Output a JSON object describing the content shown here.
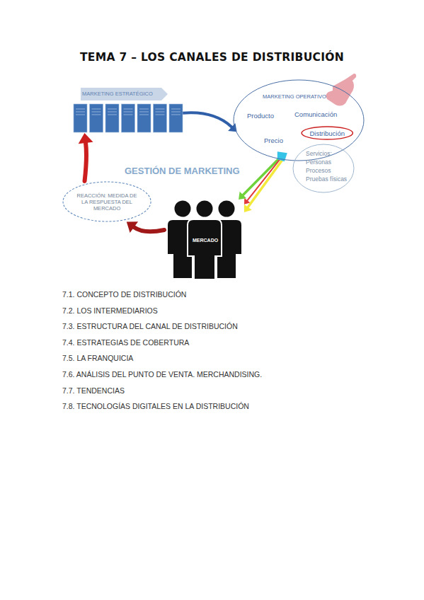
{
  "diagram": {
    "title": "TEMA 7 – LOS CANALES DE DISTRIBUCIÓN",
    "nodes": [
      {
        "text": [
          "MARKETING OPERATIVO",
          "Producto",
          "Comunicación",
          "Precio"
        ]
      },
      {
        "text": [
          "Distribución"
        ],
        "in": 0
      },
      {
        "text": [
          "Servicios:",
          "Personas",
          "Procesos",
          "Pruebas físicas"
        ]
      },
      {
        "text": [
          "REACCIÓN: MEDIDA DE LA RESPUESTA DEL MERCADO"
        ]
      },
      {
        "text": [
          "MERCADO"
        ]
      },
      {
        "text": [
          "MARKETING ESTRATÉGICO"
        ]
      }
    ],
    "edges": [
      {
        "from": 5,
        "to": 0,
        "arrow": "to"
      },
      {
        "from": 0,
        "to": 4,
        "arrow": "to"
      },
      {
        "from": 0,
        "to": 4,
        "arrow": "to"
      },
      {
        "from": 0,
        "to": 4,
        "arrow": "to"
      },
      {
        "from": 4,
        "to": 3,
        "arrow": "to"
      },
      {
        "from": 3,
        "to": 5,
        "arrow": "to"
      }
    ],
    "labels": [
      "GESTIÓN DE MARKETING",
      "7.1. CONCEPTO DE DISTRIBUCIÓN",
      "7.2. LOS INTERMEDIARIOS",
      "7.3. ESTRUCTURA DEL CANAL DE DISTRIBUCIÓN",
      "7.4. ESTRATEGIAS DE COBERTURA",
      "7.5. LA FRANQUICIA",
      "7.6. ANÁLISIS DEL PUNTO DE VENTA. MERCHANDISING.",
      "7.7. TENDENCIAS",
      "7.8. TECNOLOGÍAS DIGITALES EN LA DISTRIBUCIÓN"
    ]
  }
}
